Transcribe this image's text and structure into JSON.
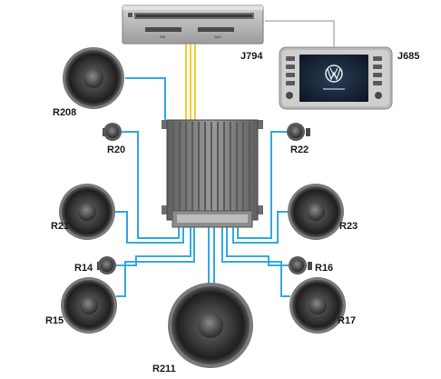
{
  "components": {
    "head_unit": {
      "label": "J794",
      "slot_left": "ESI",
      "slot_right": "SD2"
    },
    "display": {
      "label": "J685"
    },
    "amplifier": {},
    "speakers": {
      "r208": "R208",
      "r20": "R20",
      "r22": "R22",
      "r21": "R21",
      "r23": "R23",
      "r14": "R14",
      "r16": "R16",
      "r15": "R15",
      "r17": "R17",
      "r211": "R211"
    }
  },
  "colors": {
    "speaker_wire": "#35a9e0",
    "data_bus": "#f3cf36",
    "display_link": "#c8c8c8",
    "amp_body": "#8a8a8a"
  },
  "icons": {
    "logo": "vw-logo-icon",
    "speaker": "speaker-cone-icon",
    "tweeter": "tweeter-icon"
  }
}
